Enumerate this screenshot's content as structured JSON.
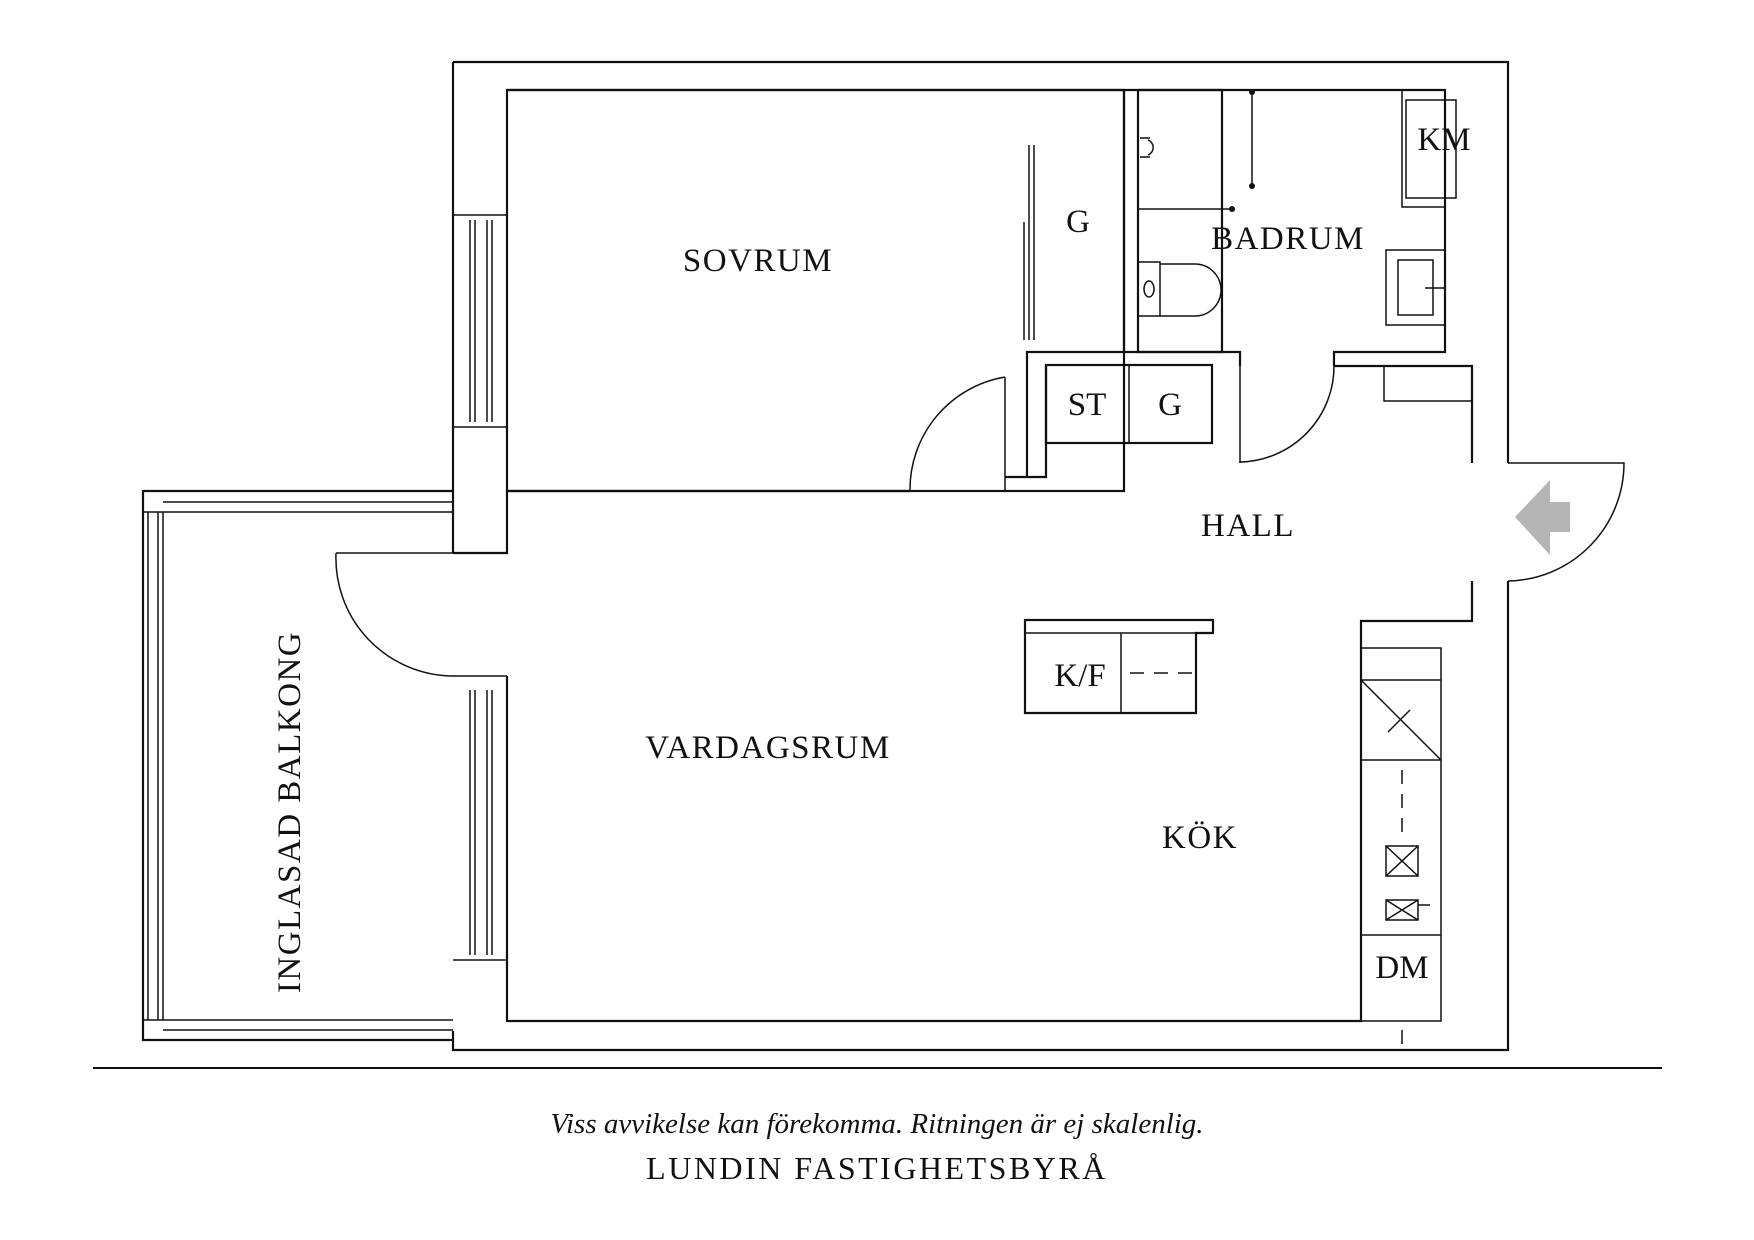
{
  "rooms": {
    "sovrum": "SOVRUM",
    "badrum": "BADRUM",
    "hall": "HALL",
    "vardagsrum": "VARDAGSRUM",
    "kok": "KÖK",
    "balkong": "INGLASAD BALKONG"
  },
  "fixtures": {
    "garderob_sovrum": "G",
    "km": "KM",
    "st": "ST",
    "garderob_hall": "G",
    "kf": "K/F",
    "dm": "DM"
  },
  "footer": {
    "disclaimer": "Viss avvikelse kan förekomma. Ritningen är ej skalenlig.",
    "company": "LUNDIN FASTIGHETSBYRÅ"
  },
  "colors": {
    "line": "#111111",
    "entrance_arrow": "#b5b5b5"
  }
}
